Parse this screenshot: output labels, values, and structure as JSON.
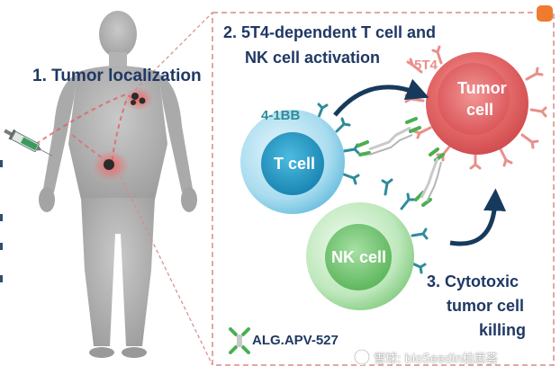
{
  "step1": {
    "label": "1. Tumor localization"
  },
  "step2": {
    "line1": "2. 5T4-dependent T cell and",
    "line2": "NK cell activation"
  },
  "step3": {
    "line1": "3. Cytotoxic",
    "line2": "tumor cell",
    "line3": "killing"
  },
  "cells": {
    "tumor_line1": "Tumor",
    "tumor_line2": "cell",
    "t_cell": "T cell",
    "nk_cell": "NK cell"
  },
  "receptors": {
    "t_cell_receptor": "4-1BB",
    "tumor_antigen": "5T4"
  },
  "drug": {
    "name": "ALG.APV-527"
  },
  "watermark": {
    "text": "雪球: bioSeedin柏思荟"
  },
  "icons": {
    "syringe": "syringe-icon",
    "corner_logo": "app-logo-icon",
    "watermark_logo": "xueqiu-logo-icon"
  },
  "colors": {
    "title_navy": "#1f3864",
    "label_teal": "#2e8b9a",
    "antigen_salmon": "#e8908a",
    "tumor_red": "#e46a6a",
    "t_cell_blue": "#27a5c9",
    "nk_cell_green": "#8fd18f",
    "antibody_green": "#4caf50",
    "dashed_frame": "#d88a8a"
  }
}
